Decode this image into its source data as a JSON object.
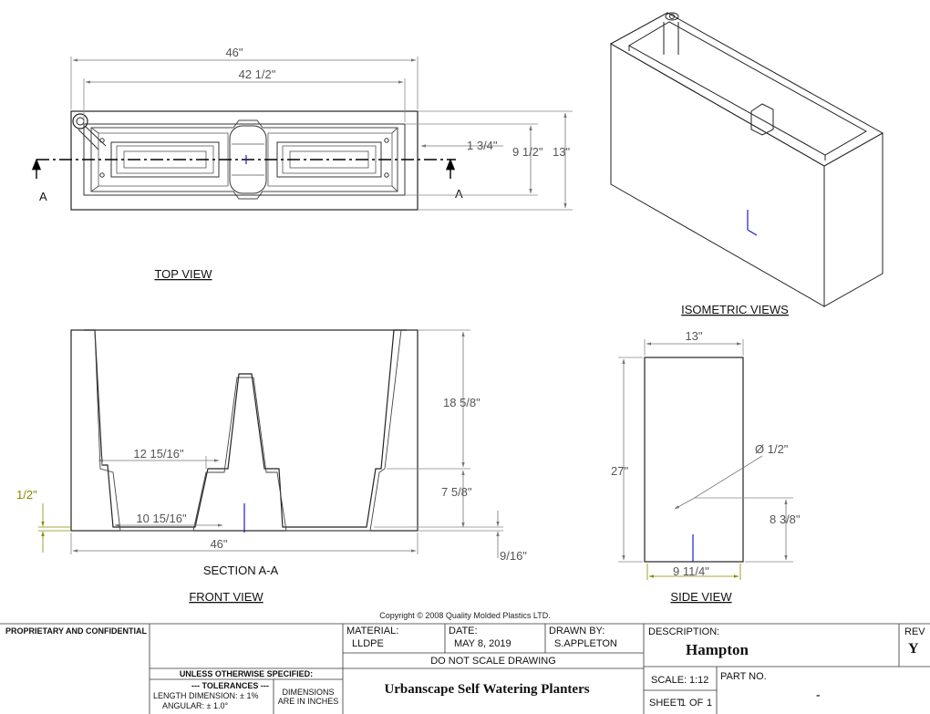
{
  "top_view": {
    "dim_overall": "46\"",
    "dim_inner": "42 1/2\"",
    "dim_offset": "1 3/4\"",
    "dim_width_inner": "9 1/2\"",
    "dim_width": "13\"",
    "section_mark": "A",
    "label": "TOP VIEW"
  },
  "isometric": {
    "label": "ISOMETRIC VIEWS"
  },
  "section": {
    "dim_reservoir_width": "12 15/16\"",
    "dim_base_width": "10 15/16\"",
    "dim_upper_height": "18 5/8\"",
    "dim_lower_height": "7 5/8\"",
    "dim_floor": "1/2\"",
    "dim_overall": "46\"",
    "dim_bottom_gap": "9/16\"",
    "title": "SECTION A-A",
    "label": "FRONT VIEW"
  },
  "side_view": {
    "dim_width": "13\"",
    "dim_height": "27\"",
    "dim_hole": "Ø 1/2\"",
    "dim_hole_height": "8 3/8\"",
    "dim_base": "9 11/4\"",
    "label": "SIDE VIEW"
  },
  "copyright": "Copyright © 2008 Quality Molded Plastics LTD.",
  "title_block": {
    "proprietary": "PROPRIETARY AND CONFIDENTIAL",
    "material_label": "MATERIAL:",
    "material_value": "LLDPE",
    "date_label": "DATE:",
    "date_value": "MAY 8, 2019",
    "drawn_by_label": "DRAWN BY:",
    "drawn_by_value": "S.APPLETON",
    "no_scale": "DO NOT SCALE DRAWING",
    "description_label": "DESCRIPTION:",
    "description_value": "Hampton",
    "rev_label": "REV",
    "rev_value": "Y",
    "unless": "UNLESS OTHERWISE SPECIFIED:",
    "tolerances": "--- TOLERANCES ---",
    "length_tol": "LENGTH DIMENSION: ± 1%",
    "angular_tol": "ANGULAR: ± 1.0°",
    "dimensions_1": "DIMENSIONS",
    "dimensions_2": "ARE IN INCHES",
    "product": "Urbanscape Self Watering Planters",
    "scale_label": "SCALE:",
    "scale_value": "1:12",
    "part_label": "PART NO.",
    "part_value": "-",
    "sheet_label": "SHEET",
    "sheet_value": "1",
    "of_label": "OF",
    "of_value": "1"
  }
}
